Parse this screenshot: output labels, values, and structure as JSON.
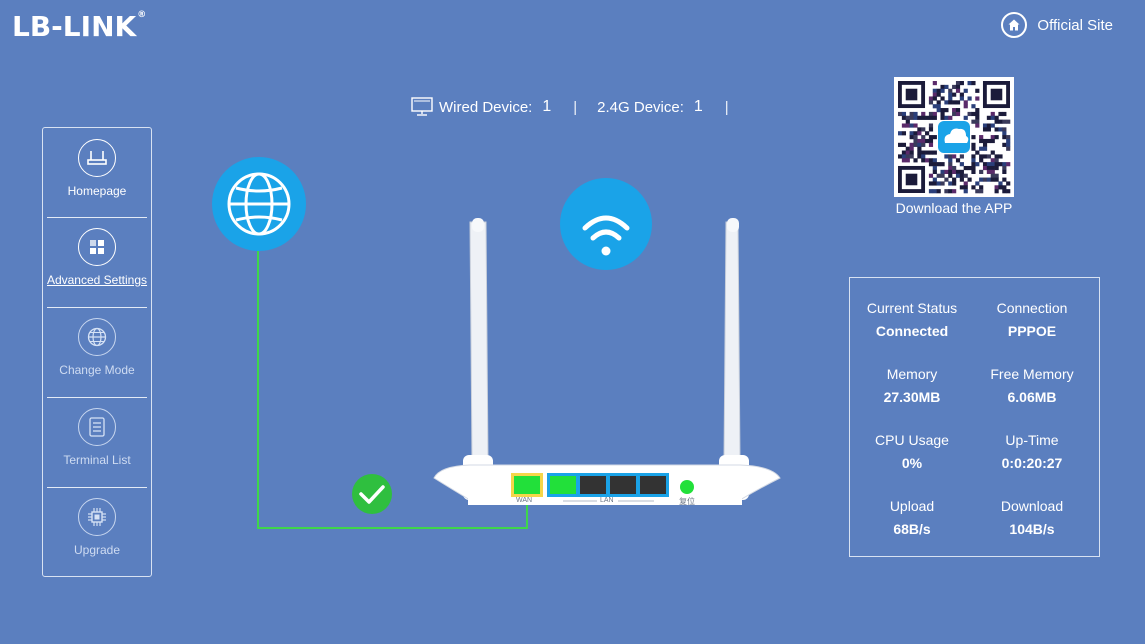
{
  "header": {
    "logo_text": "LB-LINK",
    "logo_mark": "®",
    "official_site": "Official Site"
  },
  "devices": {
    "wired_label": "Wired Device:",
    "wired_count": "1",
    "wifi_label": "2.4G Device:",
    "wifi_count": "1",
    "separator": "|"
  },
  "sidebar": {
    "items": [
      {
        "label": "Homepage",
        "icon": "router-icon"
      },
      {
        "label": "Advanced Settings",
        "icon": "advanced-settings-icon"
      },
      {
        "label": "Change Mode",
        "icon": "globe-icon"
      },
      {
        "label": "Terminal List",
        "icon": "list-icon"
      },
      {
        "label": "Upgrade",
        "icon": "chip-icon"
      }
    ]
  },
  "router": {
    "wan_label": "WAN",
    "lan_label": "LAN",
    "reset_label": "复位"
  },
  "app": {
    "download_caption": "Download the APP"
  },
  "status": {
    "current_status_label": "Current Status",
    "current_status_value": "Connected",
    "connection_label": "Connection",
    "connection_value": "PPPOE",
    "memory_label": "Memory",
    "memory_value": "27.30MB",
    "free_memory_label": "Free Memory",
    "free_memory_value": "6.06MB",
    "cpu_label": "CPU Usage",
    "cpu_value": "0%",
    "uptime_label": "Up-Time",
    "uptime_value": "0:0:20:27",
    "upload_label": "Upload",
    "upload_value": "68B/s",
    "download_label": "Download",
    "download_value": "104B/s"
  },
  "colors": {
    "background": "#5b7fbf",
    "accent_blue": "#1aa3e8",
    "port_green": "#22e03a",
    "cable_green": "#3fd64a",
    "check_green": "#2fbf3f"
  }
}
